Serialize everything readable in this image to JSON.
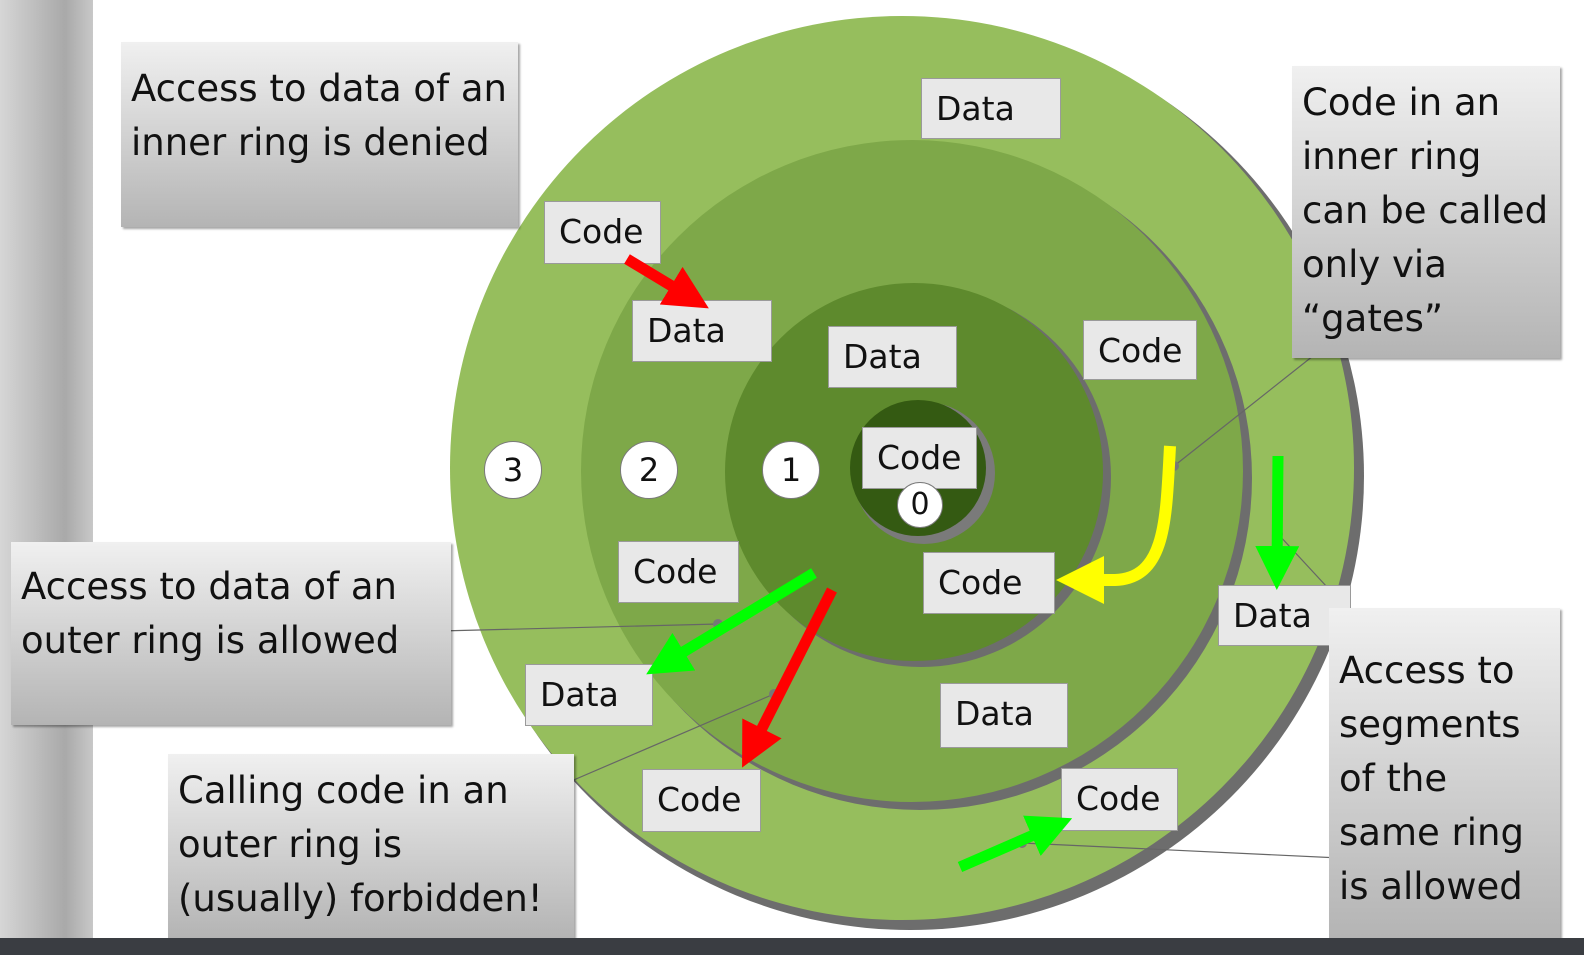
{
  "colors": {
    "ring3": "#96be5d",
    "ring2": "#7ea849",
    "ring1": "#5e8a2d",
    "ring0": "#345a12",
    "denied_arrow": "#ff0000",
    "allowed_arrow": "#00ff00",
    "gate_arrow": "#ffff00"
  },
  "rings": [
    {
      "id": "3",
      "label": "3"
    },
    {
      "id": "2",
      "label": "2"
    },
    {
      "id": "1",
      "label": "1"
    },
    {
      "id": "0",
      "label": "0"
    }
  ],
  "callouts": {
    "inner_denied": [
      "Access to data of an",
      "inner ring is denied"
    ],
    "outer_allowed": [
      "Access to data of an",
      "outer ring is allowed"
    ],
    "calling_outer": [
      "Calling code in an",
      "outer ring is",
      "(usually) forbidden!"
    ],
    "gates": [
      "Code in an",
      "inner ring",
      "can be called",
      "only via",
      "“gates”"
    ],
    "same_ring": [
      "Access to",
      "segments",
      "of the",
      "same ring",
      "is allowed"
    ]
  },
  "segments": {
    "data": "Data",
    "code": "Code"
  }
}
